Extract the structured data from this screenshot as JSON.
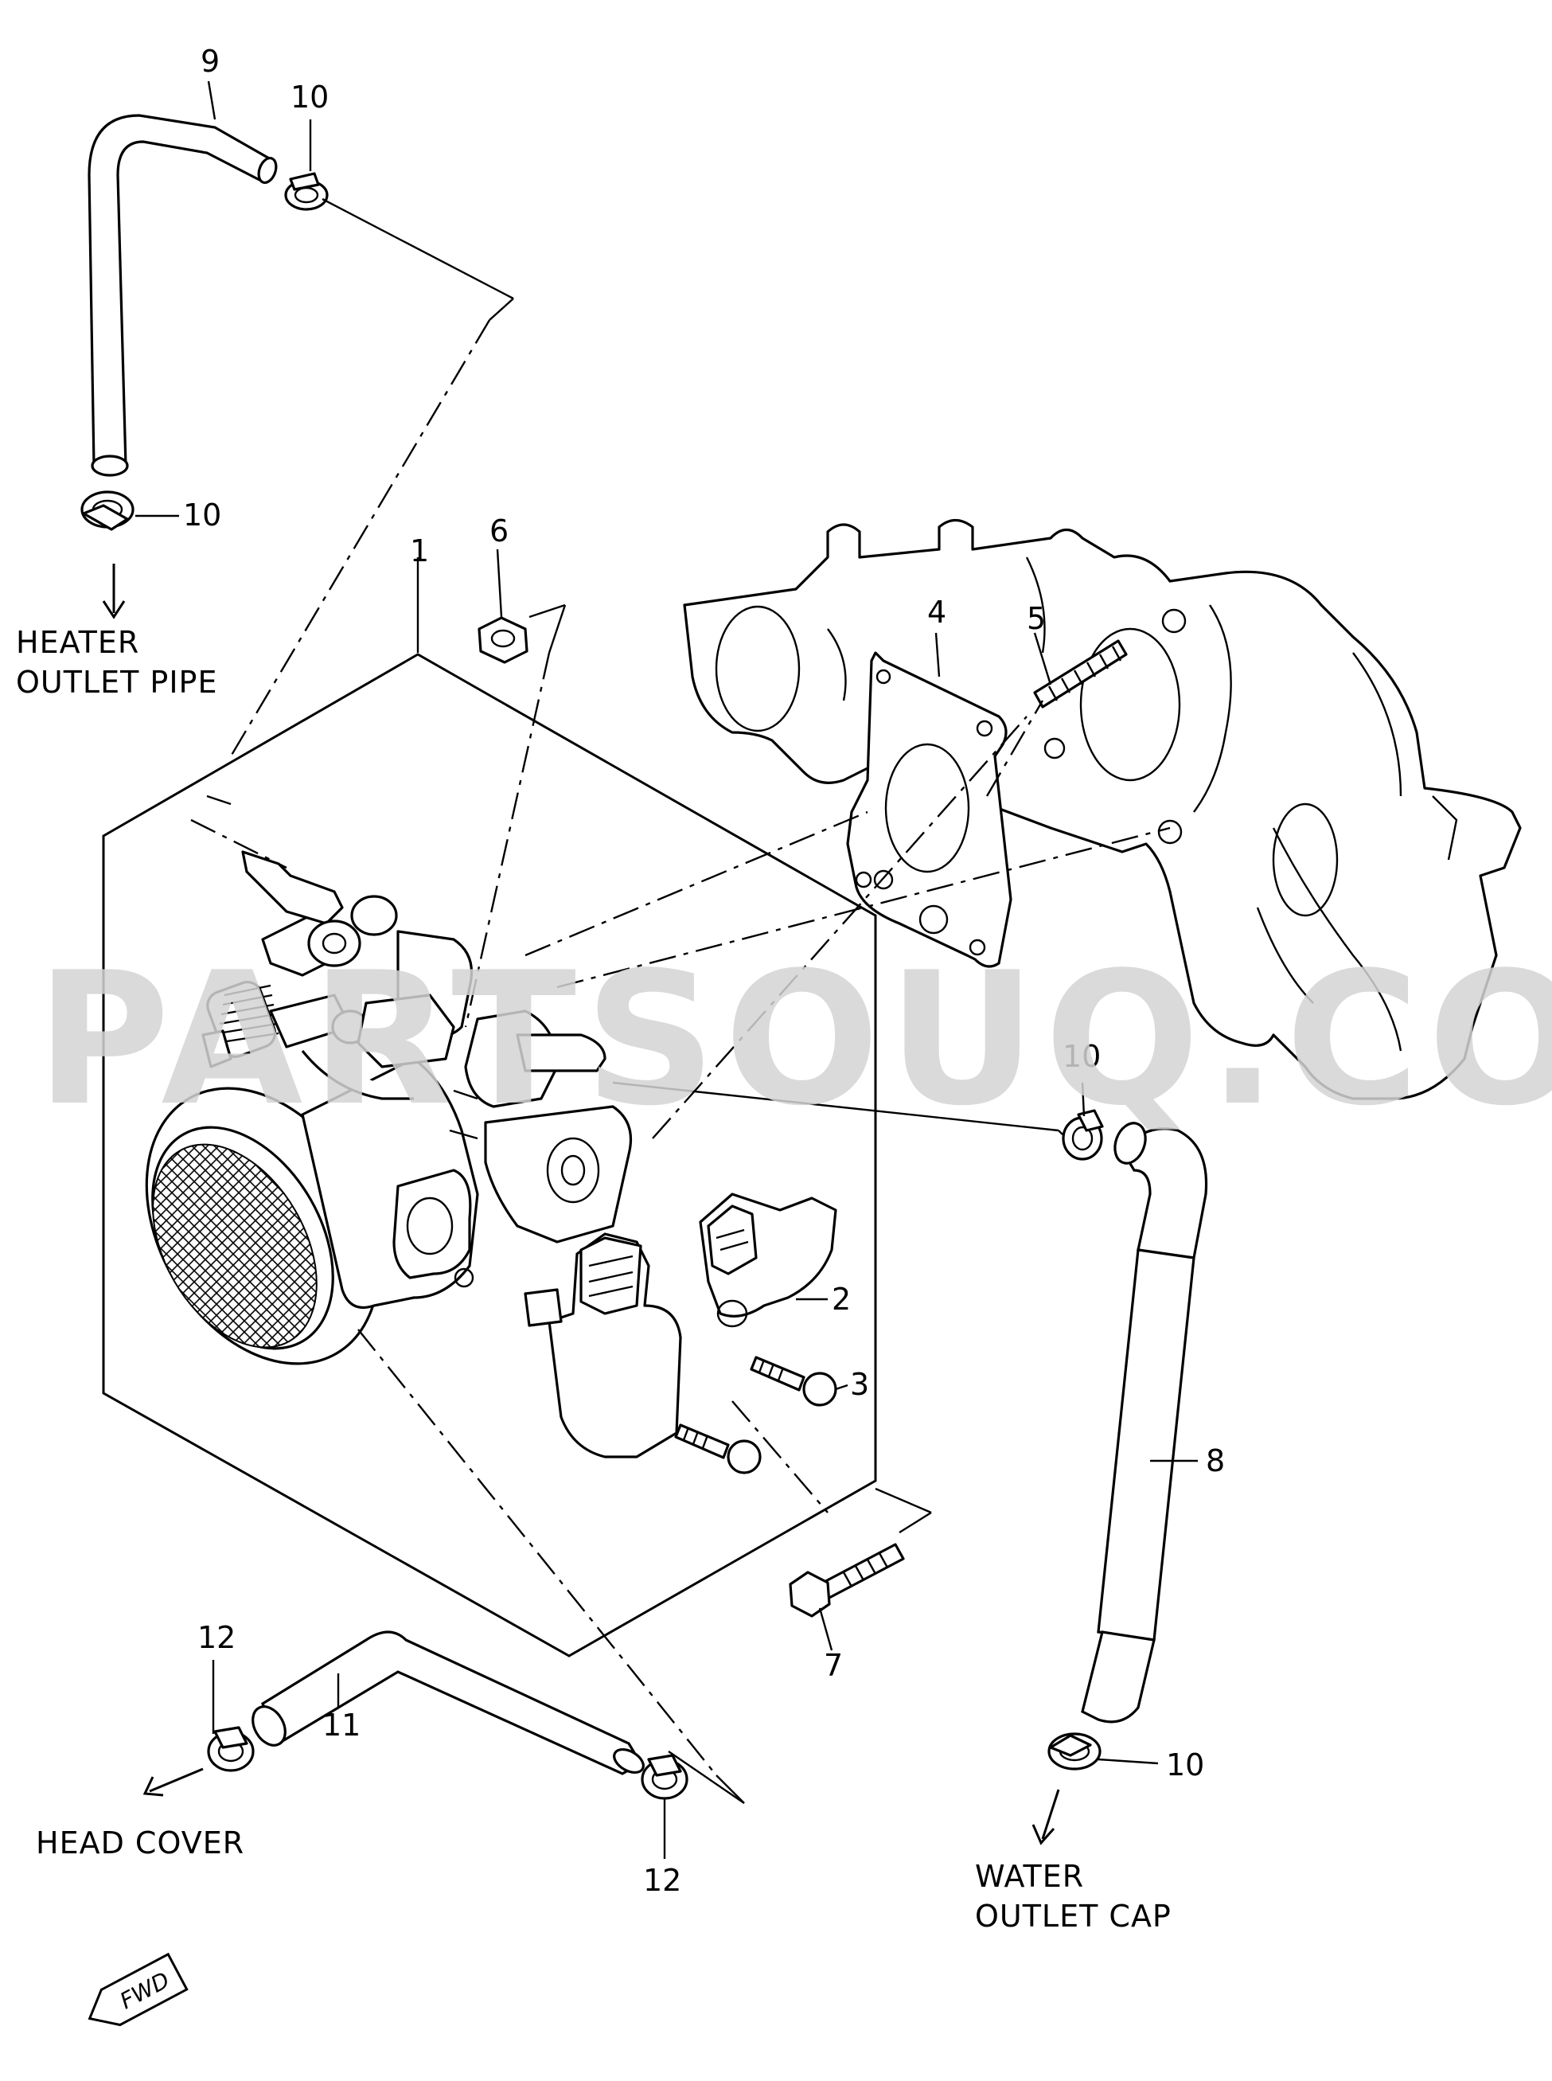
{
  "watermark": "PARTSOUQ.COM",
  "callouts": {
    "c1": "1",
    "c2": "2",
    "c3": "3",
    "c4": "4",
    "c5": "5",
    "c6": "6",
    "c7": "7",
    "c8": "8",
    "c9": "9",
    "c10a": "10",
    "c10b": "10",
    "c10c": "10",
    "c10d": "10",
    "c11": "11",
    "c12a": "12",
    "c12b": "12"
  },
  "captions": {
    "heater_line1": "HEATER",
    "heater_line2": "OUTLET PIPE",
    "head_cover": "HEAD COVER",
    "water_line1": "WATER",
    "water_line2": "OUTLET CAP"
  },
  "fwd_badge": "FWD"
}
